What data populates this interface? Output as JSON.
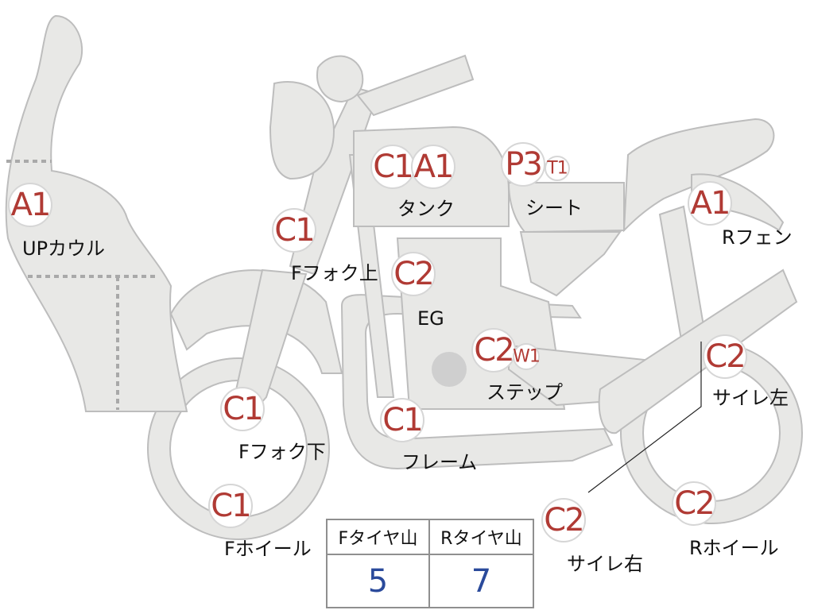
{
  "badges": [
    {
      "id": "upcowl",
      "code": "A1"
    },
    {
      "id": "ffork-upper",
      "code": "C1"
    },
    {
      "id": "tank-1",
      "code": "C1"
    },
    {
      "id": "tank-2",
      "code": "A1"
    },
    {
      "id": "seat-1",
      "code": "P3"
    },
    {
      "id": "seat-2",
      "code": "T1"
    },
    {
      "id": "rfender",
      "code": "A1"
    },
    {
      "id": "engine",
      "code": "C2"
    },
    {
      "id": "step-1",
      "code": "C2"
    },
    {
      "id": "step-2",
      "code": "W1"
    },
    {
      "id": "muffler-left",
      "code": "C2"
    },
    {
      "id": "ffork-lower",
      "code": "C1"
    },
    {
      "id": "frame",
      "code": "C1"
    },
    {
      "id": "fwheel",
      "code": "C1"
    },
    {
      "id": "muffler-right",
      "code": "C2"
    },
    {
      "id": "rwheel",
      "code": "C2"
    }
  ],
  "labels": {
    "upcowl": "UPカウル",
    "ffork_upper": "Fフォク上",
    "tank": "タンク",
    "seat": "シート",
    "rfender": "Rフェン",
    "engine": "EG",
    "step": "ステップ",
    "muffler_left": "サイレ左",
    "ffork_lower": "Fフォク下",
    "frame": "フレーム",
    "fwheel": "Fホイール",
    "muffler_right": "サイレ右",
    "rwheel": "Rホイール"
  },
  "tire_table": {
    "headers": [
      "Fタイヤ山",
      "Rタイヤ山"
    ],
    "values": [
      "5",
      "7"
    ]
  },
  "colors": {
    "badge_code": "#b03a34",
    "tire_value": "#2a4a9b",
    "part_fill": "#e8e8e6"
  }
}
